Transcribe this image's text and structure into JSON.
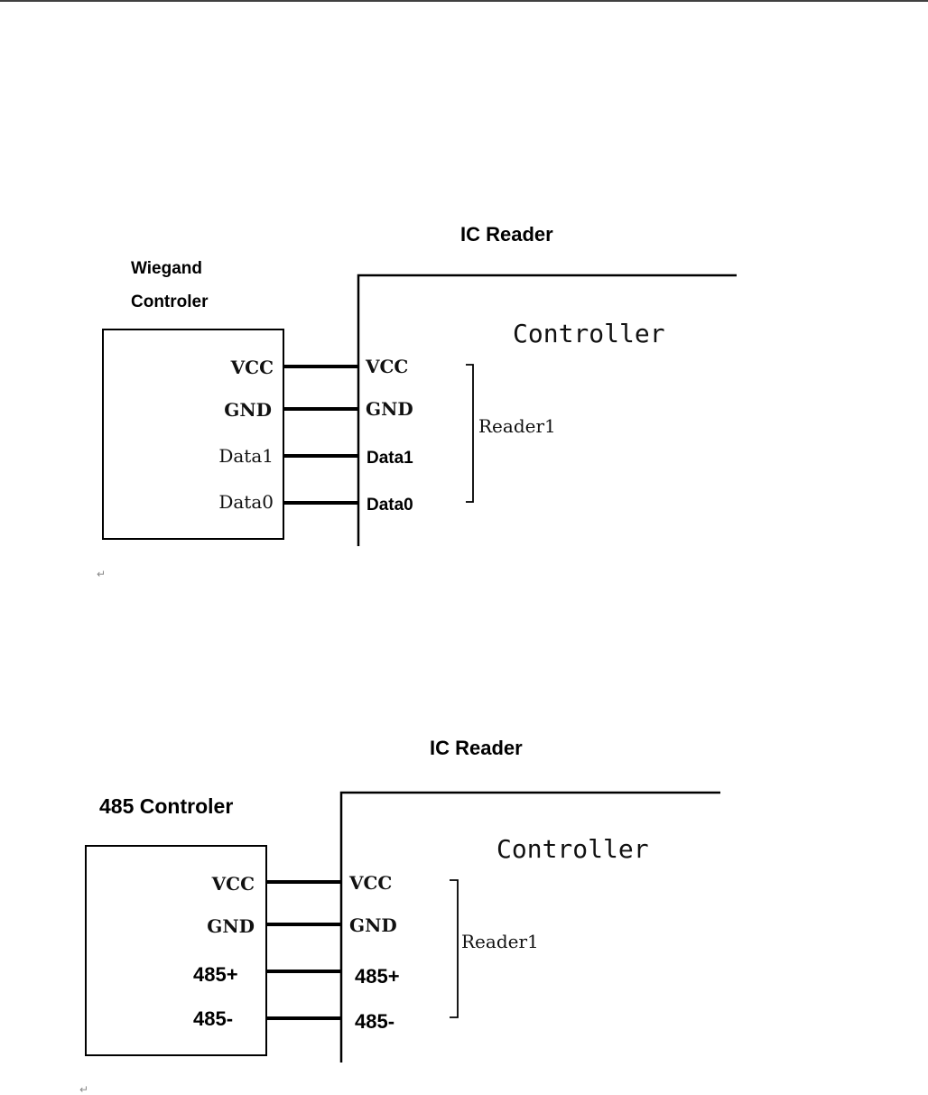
{
  "diagram1": {
    "title": "IC Reader",
    "left_label_line1": "Wiegand",
    "left_label_line2": "Controler",
    "controller_label": "Controller",
    "left_pins": [
      "VCC",
      "GND",
      "Data1",
      "Data0"
    ],
    "right_pins": [
      "VCC",
      "GND",
      "Data1",
      "Data0"
    ],
    "group_label": "Reader1",
    "para_mark": "↵"
  },
  "diagram2": {
    "title": "IC Reader",
    "left_label": "485 Controler",
    "controller_label": "Controller",
    "left_pins": [
      "VCC",
      "GND",
      "485+",
      "485-"
    ],
    "right_pins": [
      "VCC",
      "GND",
      "485+",
      "485-"
    ],
    "group_label": "Reader1",
    "para_mark": "↵"
  }
}
